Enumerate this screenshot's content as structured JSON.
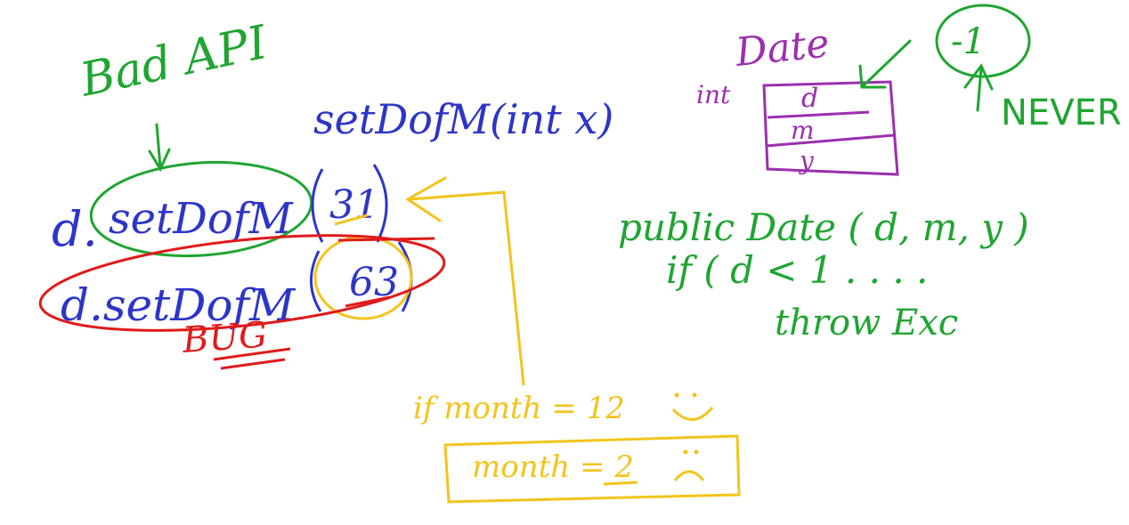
{
  "colors": {
    "green": "#1fa531",
    "blue": "#2d35c8",
    "red": "#e01a1a",
    "purple": "#9b2fae",
    "yellow": "#f3c41c"
  },
  "notes": {
    "bad_api": "Bad API",
    "signature": "setDofM(int x)",
    "call_ok_prefix": "d.",
    "call_ok_method": "setDofM",
    "call_ok_arg": "31",
    "call_bug": "d.setDofM",
    "call_bug_arg": "63",
    "bug_label": "BUG",
    "class_name": "Date",
    "field_type": "int",
    "field_d": "d",
    "field_m": "m",
    "field_y": "y",
    "return_value": "-1",
    "never": "NEVER",
    "constructor": "public Date ( d, m, y )",
    "if_check": "if ( d < 1 . . . .",
    "throw_line": "throw   Exc",
    "if_month": "if  month = 12",
    "month_assign": "month = 2"
  }
}
